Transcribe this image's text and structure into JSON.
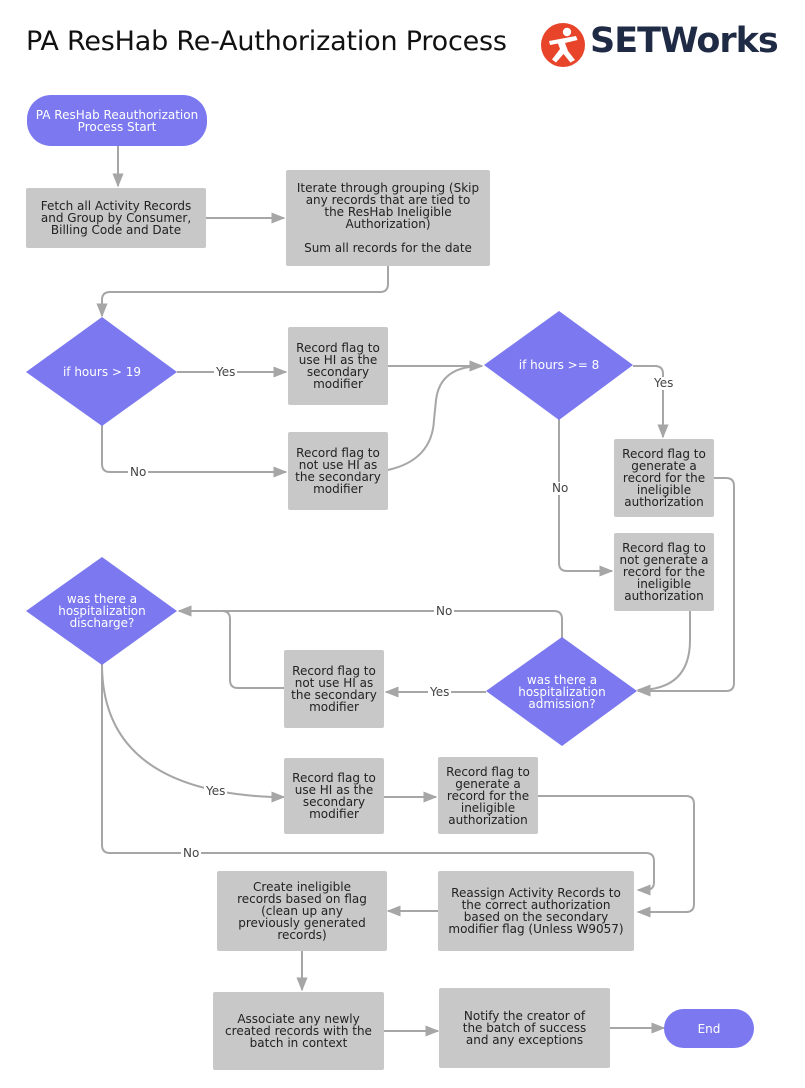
{
  "header": {
    "title": "PA ResHab Re-Authorization Process",
    "logo_text": "SETWorks",
    "logo_icon": "person-figure-logo",
    "logo_color": "#e8442a"
  },
  "colors": {
    "process_box": "#c8c8c8",
    "decision": "#7b78f0",
    "connector": "#a6a6a6"
  },
  "nodes": {
    "start": "PA ResHab Reauthorization Process Start",
    "fetch": "Fetch all Activity Records and Group by Consumer, Billing Code and Date",
    "iterate_line1": "Iterate through grouping (Skip any records that are tied to the ResHab Ineligible Authorization)",
    "iterate_line2": "Sum all records for the date",
    "if_hours_19": "if hours > 19",
    "flag_use_hi_1": "Record flag to use HI as the secondary modifier",
    "flag_not_use_hi_1": "Record flag to not use HI as the secondary modifier",
    "if_hours_8": "if hours >= 8",
    "flag_generate_1": "Record flag to generate a record for the ineligible authorization",
    "flag_not_generate": "Record flag to not generate a record for the ineligible authorization",
    "admission": "was there a hospitalization admission?",
    "flag_not_use_hi_2": "Record flag to not use HI as the secondary modifier",
    "discharge": "was there a hospitalization discharge?",
    "flag_use_hi_2": "Record flag to use HI as the secondary modifier",
    "flag_generate_2": "Record flag to generate a record for the ineligible authorization",
    "reassign": "Reassign Activity Records to the correct authorization based on the secondary modifier flag (Unless W9057)",
    "create_ineligible": "Create ineligible records based on flag (clean up any previously generated records)",
    "associate": "Associate any newly created records with the batch in context",
    "notify": "Notify the creator of the batch of success and any exceptions",
    "end": "End"
  },
  "edge_labels": {
    "yes_19": "Yes",
    "no_19": "No",
    "yes_8": "Yes",
    "no_8": "No",
    "no_admission": "No",
    "yes_admission": "Yes",
    "yes_discharge": "Yes",
    "no_discharge": "No"
  }
}
